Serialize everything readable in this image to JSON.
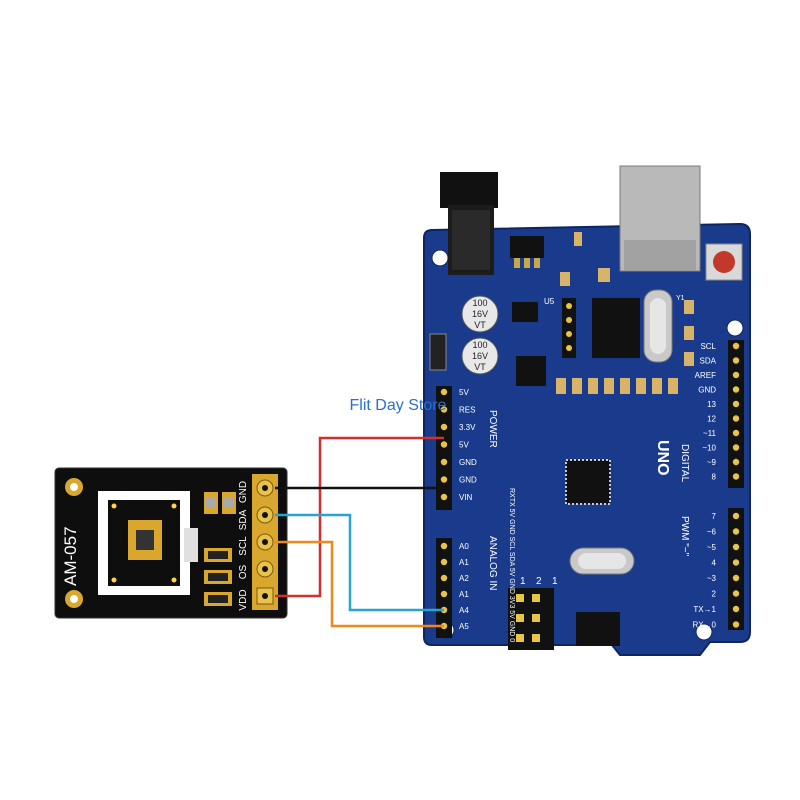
{
  "watermark": "Flit Day Store",
  "sensor_module": {
    "model": "AM-057",
    "pin_labels": [
      "GND",
      "SDA",
      "SCL",
      "OS",
      "VDD"
    ]
  },
  "arduino": {
    "board_name": "UNO",
    "power_header_title": "POWER",
    "power_pins": [
      "5V",
      "RES",
      "3.3V",
      "5V",
      "GND",
      "GND",
      "VIN"
    ],
    "analog_header_title": "ANALOG IN",
    "analog_pins": [
      "A0",
      "A1",
      "A2",
      "A1",
      "A4",
      "A5"
    ],
    "digital_title": "DIGITAL",
    "pwm_title": "PWM \"~\"",
    "top_pins": [
      "SCL",
      "SDA",
      "AREF",
      "GND",
      "13",
      "12",
      "~11",
      "~10",
      "~9",
      "8"
    ],
    "lower_pins": [
      "7",
      "~6",
      "~5",
      "4",
      "~3",
      "2",
      "TX→1",
      "RX←0"
    ],
    "icsp_numbers": [
      "1",
      "2",
      "1"
    ],
    "capacitor_text": [
      "100",
      "16V",
      "VT"
    ],
    "ic_label": "U5",
    "crystal_label": "Y1",
    "silk_header": "RXTX 5V GND SCL SDA 5V GND 3V3 5V GND 0"
  },
  "wires": [
    {
      "name": "3.3V to VDD",
      "color": "#d32f2f"
    },
    {
      "name": "GND to GND",
      "color": "#111111"
    },
    {
      "name": "A4 to SDA",
      "color": "#29a3d6"
    },
    {
      "name": "A5 to SCL",
      "color": "#ef8a1a"
    }
  ]
}
